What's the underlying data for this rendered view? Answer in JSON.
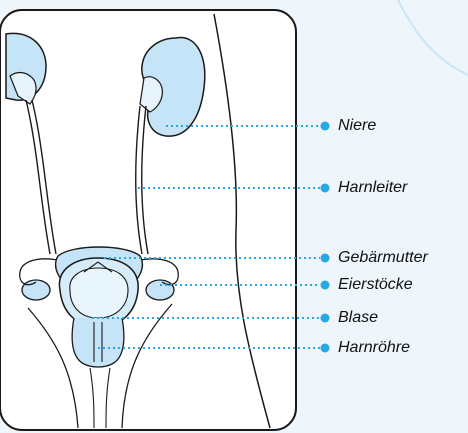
{
  "colors": {
    "organ_fill": "#c5e4f7",
    "organ_stroke": "#1a1a1a",
    "leader_line": "#27a8e0",
    "background": "#eef6fc",
    "panel": "#ffffff"
  },
  "labels": {
    "niere": "Niere",
    "harnleiter": "Harnleiter",
    "gebaermutter": "Gebärmutter",
    "eierstoecke": "Eierstöcke",
    "blase": "Blase",
    "harnroehre": "Harnröhre"
  }
}
